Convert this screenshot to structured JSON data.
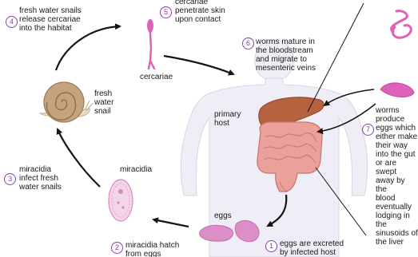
{
  "colors": {
    "arrow": "#151515",
    "step_circle": "#8a3fb0",
    "body": "#efedf5",
    "body_outline": "#d9d5e6",
    "worm": "#dc63b8",
    "liver": "#b5633e",
    "intestine": "#eca09b",
    "snail_shell": "#c4a37e",
    "snail_body": "#e6dcc9"
  },
  "steps": [
    {
      "number": "1",
      "text": "eggs are excreted\nby infected host"
    },
    {
      "number": "2",
      "text": "miracidia hatch\nfrom eggs"
    },
    {
      "number": "3",
      "text": "miracidia\ninfect fresh\nwater snails"
    },
    {
      "number": "4",
      "text": "fresh water snails\nrelease cercariae\ninto the habitat"
    },
    {
      "number": "5",
      "text": "cercariae\npenetrate skin\nupon contact"
    },
    {
      "number": "6",
      "text": "worms mature in\nthe bloodstream\nand migrate to\nmesenteric veins"
    },
    {
      "number": "7",
      "text": "worms\nproduce\neggs which\neither make\ntheir way\ninto the gut\nor are swept\naway by the\nblood\neventually\nlodging in\nthe\nsinusoids of\nthe liver"
    }
  ],
  "labels": {
    "fresh_water_snail": "fresh\nwater\nsnail",
    "cercariae": "cercariae",
    "primary_host": "primary\nhost",
    "miracidia": "miracidia",
    "eggs": "eggs"
  },
  "icons": [
    "snail-icon",
    "cercaria-icon",
    "miracidium-icon",
    "egg-icon",
    "human-body-icon",
    "liver-icon",
    "intestine-icon",
    "worm-icon"
  ]
}
